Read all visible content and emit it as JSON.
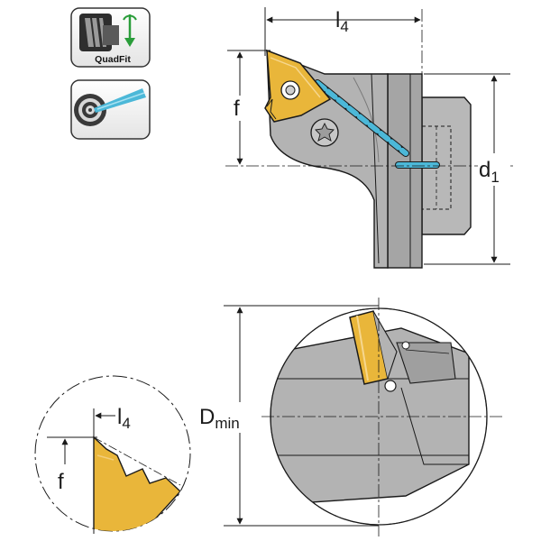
{
  "badges": {
    "quadfit": {
      "label": "QuadFit",
      "icon": "quadfit-coupling-icon"
    },
    "coolant": {
      "icon": "coolant-jet-icon"
    }
  },
  "top_view": {
    "dim_l": {
      "letter": "l",
      "sub": "4"
    },
    "dim_f": "f",
    "dim_d": {
      "letter": "d",
      "sub": "1"
    }
  },
  "bottom_view": {
    "dim_dmin": {
      "letter": "D",
      "sub": "min"
    }
  },
  "detail_view": {
    "dim_l": {
      "letter": "l",
      "sub": "4"
    },
    "dim_f": "f"
  },
  "colors": {
    "insert_gold": "#e9b63a",
    "insert_gold_light": "#f2cd7a",
    "body_grey": "#b3b3b3",
    "body_dark": "#8f8f8f",
    "coolant_blue": "#4cb8d8",
    "line": "#1a1a1a"
  }
}
